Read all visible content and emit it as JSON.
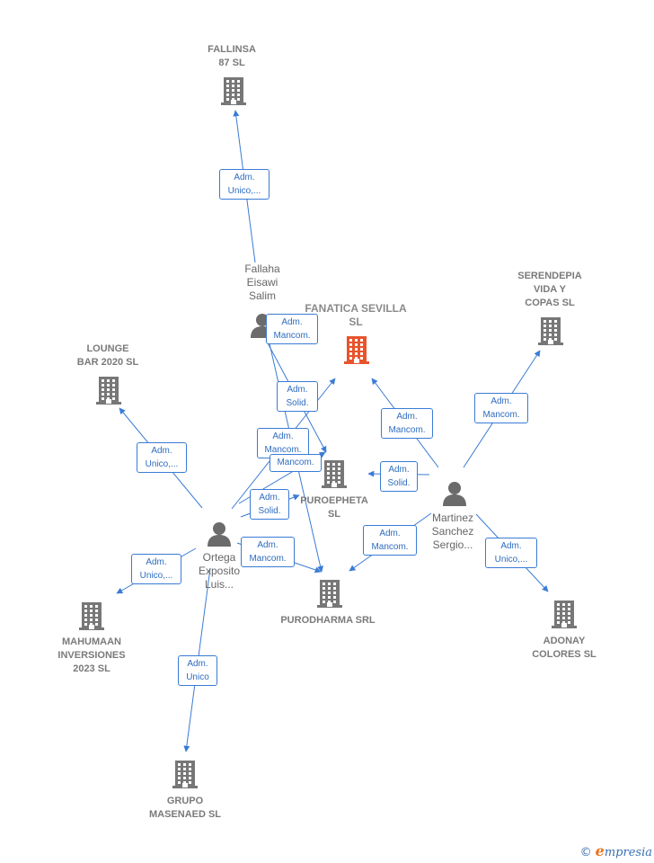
{
  "colors": {
    "edge": "#3a7bd5",
    "company": "#777777",
    "focus_company": "#e8542c",
    "person": "#6b6b6b"
  },
  "nodes": {
    "fallinsa": {
      "label": "FALLINSA\n87  SL",
      "type": "company"
    },
    "lounge": {
      "label": "LOUNGE\nBAR 2020  SL",
      "type": "company"
    },
    "fanatica": {
      "label": "FANATICA SEVILLA\nSL",
      "type": "company",
      "focus": true
    },
    "serendepia": {
      "label": "SERENDEPIA\nVIDA Y\nCOPAS  SL",
      "type": "company"
    },
    "puroepheta": {
      "label": "PUROEPHETA\nSL",
      "type": "company"
    },
    "purodharma": {
      "label": "PURODHARMA SRL",
      "type": "company"
    },
    "mahumaan": {
      "label": "MAHUMAAN\nINVERSIONES\n2023  SL",
      "type": "company"
    },
    "adonay": {
      "label": "ADONAY\nCOLORES  SL",
      "type": "company"
    },
    "grupo": {
      "label": "GRUPO\nMASENAED  SL",
      "type": "company"
    },
    "fallaha": {
      "label": "Fallaha\nEisawi\nSalim",
      "type": "person"
    },
    "ortega": {
      "label": "Ortega\nExposito\nLuis...",
      "type": "person"
    },
    "martinez": {
      "label": "Martinez\nSanchez\nSergio...",
      "type": "person"
    }
  },
  "roles": {
    "r1": "Adm.\nUnico,...",
    "r2": "Adm.\nMancom.",
    "r3": "Adm.\nSolid.",
    "r4": "Adm.\nMancom.",
    "r5": "Mancom.",
    "r6": "Adm.\nSolid.",
    "r7": "Adm.\nMancom.",
    "r8": "Adm.\nUnico,...",
    "r9": "Adm.\nUnico,...",
    "r10": "Adm.\nUnico",
    "r11": "Adm.\nMancom.",
    "r12": "Adm.\nMancom.",
    "r13": "Adm.\nSolid.",
    "r14": "Adm.\nMancom.",
    "r15": "Adm.\nUnico,..."
  },
  "footer": {
    "copyright": "©",
    "brand_initial": "e",
    "brand_rest": "mpresia"
  }
}
